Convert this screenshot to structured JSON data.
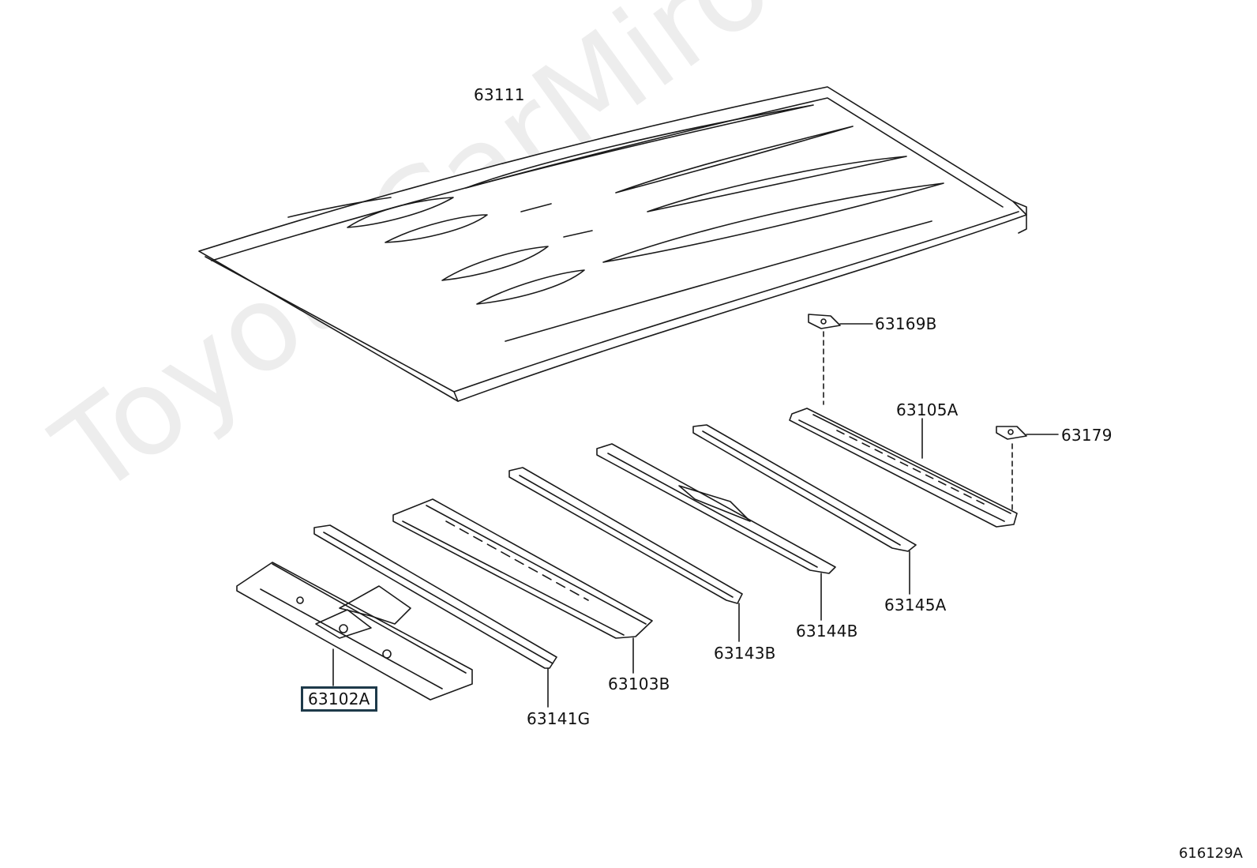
{
  "watermark": "ToyotaCarMiro.ru",
  "reference_code": "616129A",
  "colors": {
    "line": "#1a1a1a",
    "highlight_border": "#1e3a4a"
  },
  "selected_part": "63102A",
  "parts": [
    {
      "id": "roof-panel",
      "label": "63111"
    },
    {
      "id": "washer-63169b",
      "label": "63169B"
    },
    {
      "id": "rail-63105a",
      "label": "63105A"
    },
    {
      "id": "washer-63179",
      "label": "63179"
    },
    {
      "id": "bow-63145a",
      "label": "63145A"
    },
    {
      "id": "bow-63144b",
      "label": "63144B"
    },
    {
      "id": "bow-63143b",
      "label": "63143B"
    },
    {
      "id": "rail-63103b",
      "label": "63103B"
    },
    {
      "id": "bow-63141g",
      "label": "63141G"
    },
    {
      "id": "panel-63102a",
      "label": "63102A"
    }
  ]
}
